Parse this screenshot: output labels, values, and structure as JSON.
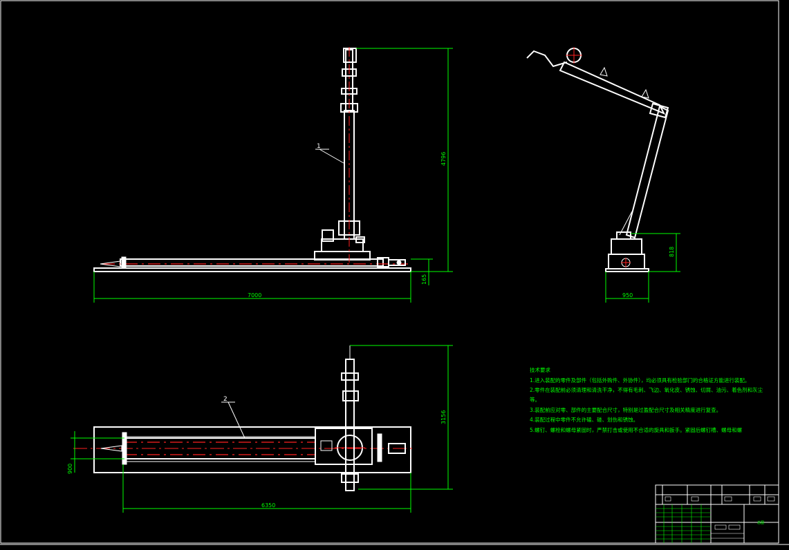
{
  "views": {
    "front": {
      "dim_length": "7000",
      "dim_height": "4796",
      "dim_base": "165",
      "callout": "1"
    },
    "side": {
      "dim_width": "950",
      "dim_height": "818"
    },
    "top": {
      "dim_length": "6350",
      "dim_width": "900",
      "dim_height": "3156",
      "callout": "2"
    }
  },
  "notes": {
    "title": "技术要求",
    "items": [
      "1.进入装配的零件及部件（包括外购件、外协件），均必须具有检验部门的合格证方能进行装配。",
      "2.零件在装配前必须清理和清洗干净，不得有毛刺、飞边、氧化皮、锈蚀、切屑、油污、着色剂和灰尘",
      "等。",
      "3.装配前应对零、部件的主要配合尺寸，特别是过盈配合尺寸及相关精度进行复查。",
      "4.装配过程中零件不允许磕、碰、划伤和锈蚀。",
      "5.螺钉、螺栓和螺母紧固时，严禁打击或使用不合适的旋具和扳手。紧固后螺钉槽、螺母和螺"
    ]
  },
  "title_block": {
    "sheet_label": "总图"
  },
  "colors": {
    "background": "#000000",
    "lines": "#ffffff",
    "dimensions": "#00ff00",
    "centerlines": "#ff2020"
  }
}
